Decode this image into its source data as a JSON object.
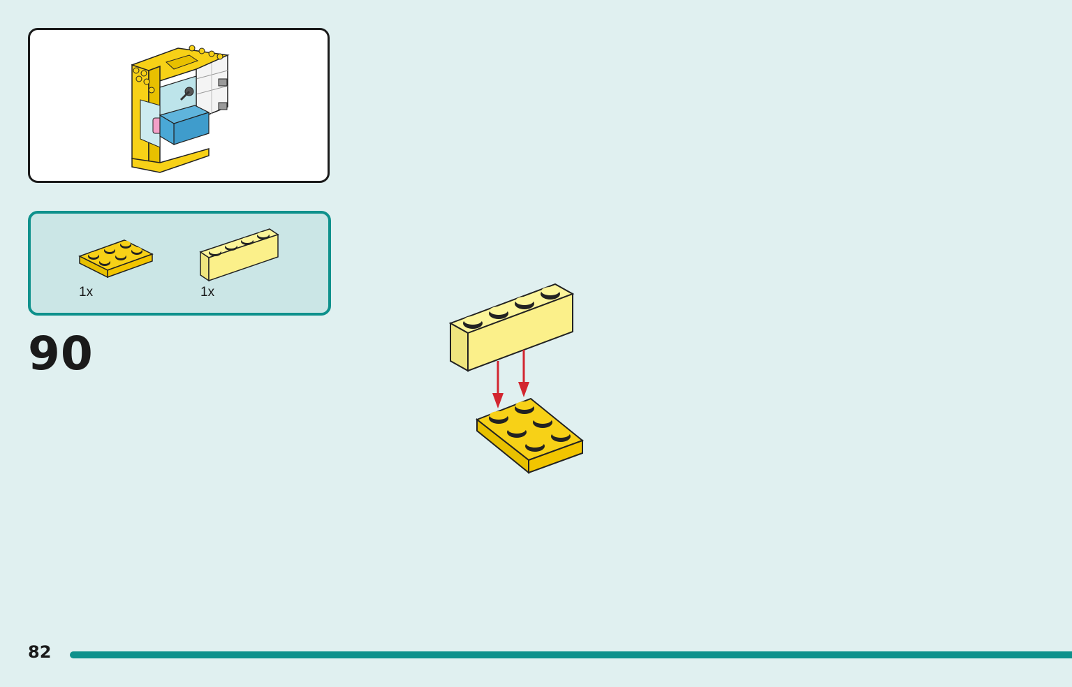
{
  "step": {
    "number": "90"
  },
  "parts_list": {
    "items": [
      {
        "name": "plate-2x3-yellow",
        "quantity": "1x",
        "color": "#f7d117"
      },
      {
        "name": "brick-1x4-light-yellow",
        "quantity": "1x",
        "color": "#fcf59a"
      }
    ]
  },
  "footer": {
    "page_number": "82"
  },
  "colors": {
    "background": "#e0f0f0",
    "accent": "#0e918c",
    "yellow": "#f7d117",
    "light_yellow": "#fcf59a",
    "arrow": "#d22630"
  }
}
